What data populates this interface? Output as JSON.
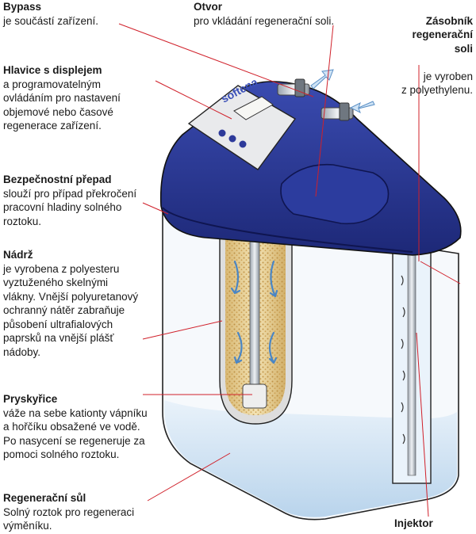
{
  "brand": "softena",
  "colors": {
    "leader": "#d0202a",
    "housing": "#25348f",
    "resin": "#e2c98a",
    "water": "#c9def0"
  },
  "labels": {
    "bypass": {
      "title": "Bypass",
      "desc": "je součástí zařízení."
    },
    "otvor": {
      "title": "Otvor",
      "desc": "pro vkládání regenerační soli."
    },
    "zasobnik": {
      "title": "Zásobník\nregenerační\nsoli",
      "desc": "je vyroben\nz polyethylenu."
    },
    "hlavice": {
      "title": "Hlavice s displejem",
      "desc": "a programovatelným\novládáním pro nastavení\nobjemové nebo časové\nregenerace zařízení."
    },
    "prepad": {
      "title": "Bezpečnostní přepad",
      "desc": "slouží pro případ překročení\npracovní hladiny solného\nroztoku."
    },
    "nadrz": {
      "title": "Nádrž",
      "desc": "je vyrobena z polyesteru\nvyztuženého skelnými\nvlákny. Vnější polyuretanový\nochranný nátěr zabraňuje\npůsobení ultrafialových\npaprsků na vnější plášť\nnádoby."
    },
    "pryskyrice": {
      "title": "Pryskyřice",
      "desc": "váže na sebe kationty vápníku\na hořčíku obsažené ve vodě.\nPo nasycení se regeneruje za\npomoci solného roztoku."
    },
    "sul": {
      "title": "Regenerační sůl",
      "desc": "Solný roztok pro regeneraci\nvýměníku."
    },
    "injektor": {
      "title": "Injektor",
      "desc": ""
    }
  }
}
